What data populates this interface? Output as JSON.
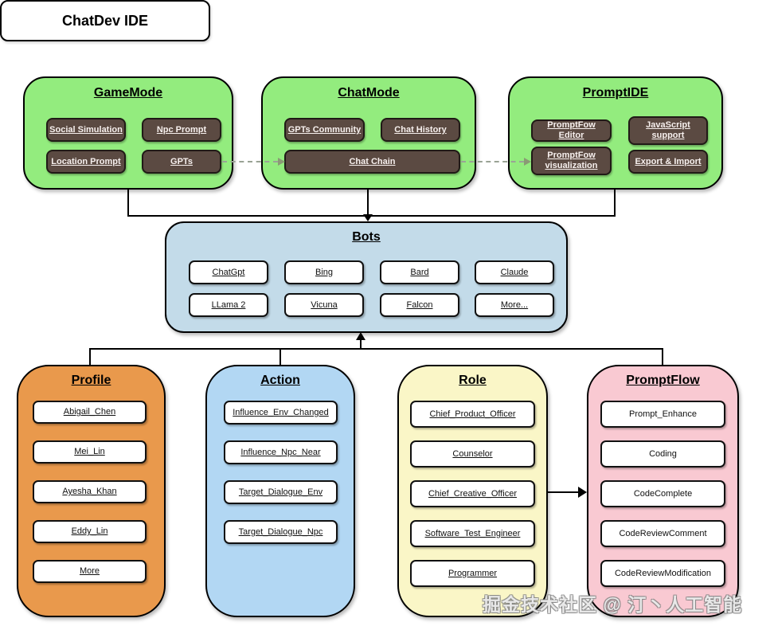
{
  "header": {
    "title": "ChatDev IDE"
  },
  "watermark": "掘金技术社区 @ 汀丶人工智能",
  "colors": {
    "mode_box_green": "#93ec7e",
    "dark_button": "#5b4a42",
    "bots_box_blue": "#c3dbe9",
    "profile_box_orange": "#e9994c",
    "action_box_blue": "#b2d7f3",
    "role_box_yellow": "#faf6c7",
    "promptflow_box_pink": "#f9c9d2",
    "dashed_connector": "#9aa395",
    "dashed_arrowhead": "#8a9a74",
    "solid_connector": "#000000"
  },
  "groups": {
    "gamemode": {
      "title": "GameMode",
      "items": [
        "Social Simulation",
        "Npc Prompt",
        "Location Prompt",
        "GPTs"
      ]
    },
    "chatmode": {
      "title": "ChatMode",
      "items": [
        "GPTs Community",
        "Chat History",
        "Chat Chain"
      ]
    },
    "promptide": {
      "title": "PromptIDE",
      "items": [
        "PromptFow Editor",
        "JavaScript support",
        "PromptFow visualization",
        "Export & Import"
      ]
    },
    "bots": {
      "title": "Bots",
      "items": [
        "ChatGpt",
        "Bing",
        "Bard",
        "Claude",
        "LLama 2",
        "Vicuna",
        "Falcon",
        "More..."
      ]
    },
    "profile": {
      "title": "Profile",
      "items": [
        "Abigail_Chen",
        "Mei_Lin",
        "Ayesha_Khan",
        "Eddy_Lin",
        "More"
      ]
    },
    "action": {
      "title": "Action",
      "items": [
        "Influence_Env_Changed",
        "Influence_Npc_Near",
        "Target_Dialogue_Env",
        "Target_Dialogue_Npc"
      ]
    },
    "role": {
      "title": "Role",
      "items": [
        "Chief_Product_Officer",
        "Counselor",
        "Chief_Creative_Officer",
        "Software_Test_Engineer",
        "Programmer"
      ]
    },
    "promptflow": {
      "title": "PromptFlow",
      "items": [
        "Prompt_Enhance",
        "Coding",
        "CodeComplete",
        "CodeReviewComment",
        "CodeReviewModification"
      ]
    }
  }
}
